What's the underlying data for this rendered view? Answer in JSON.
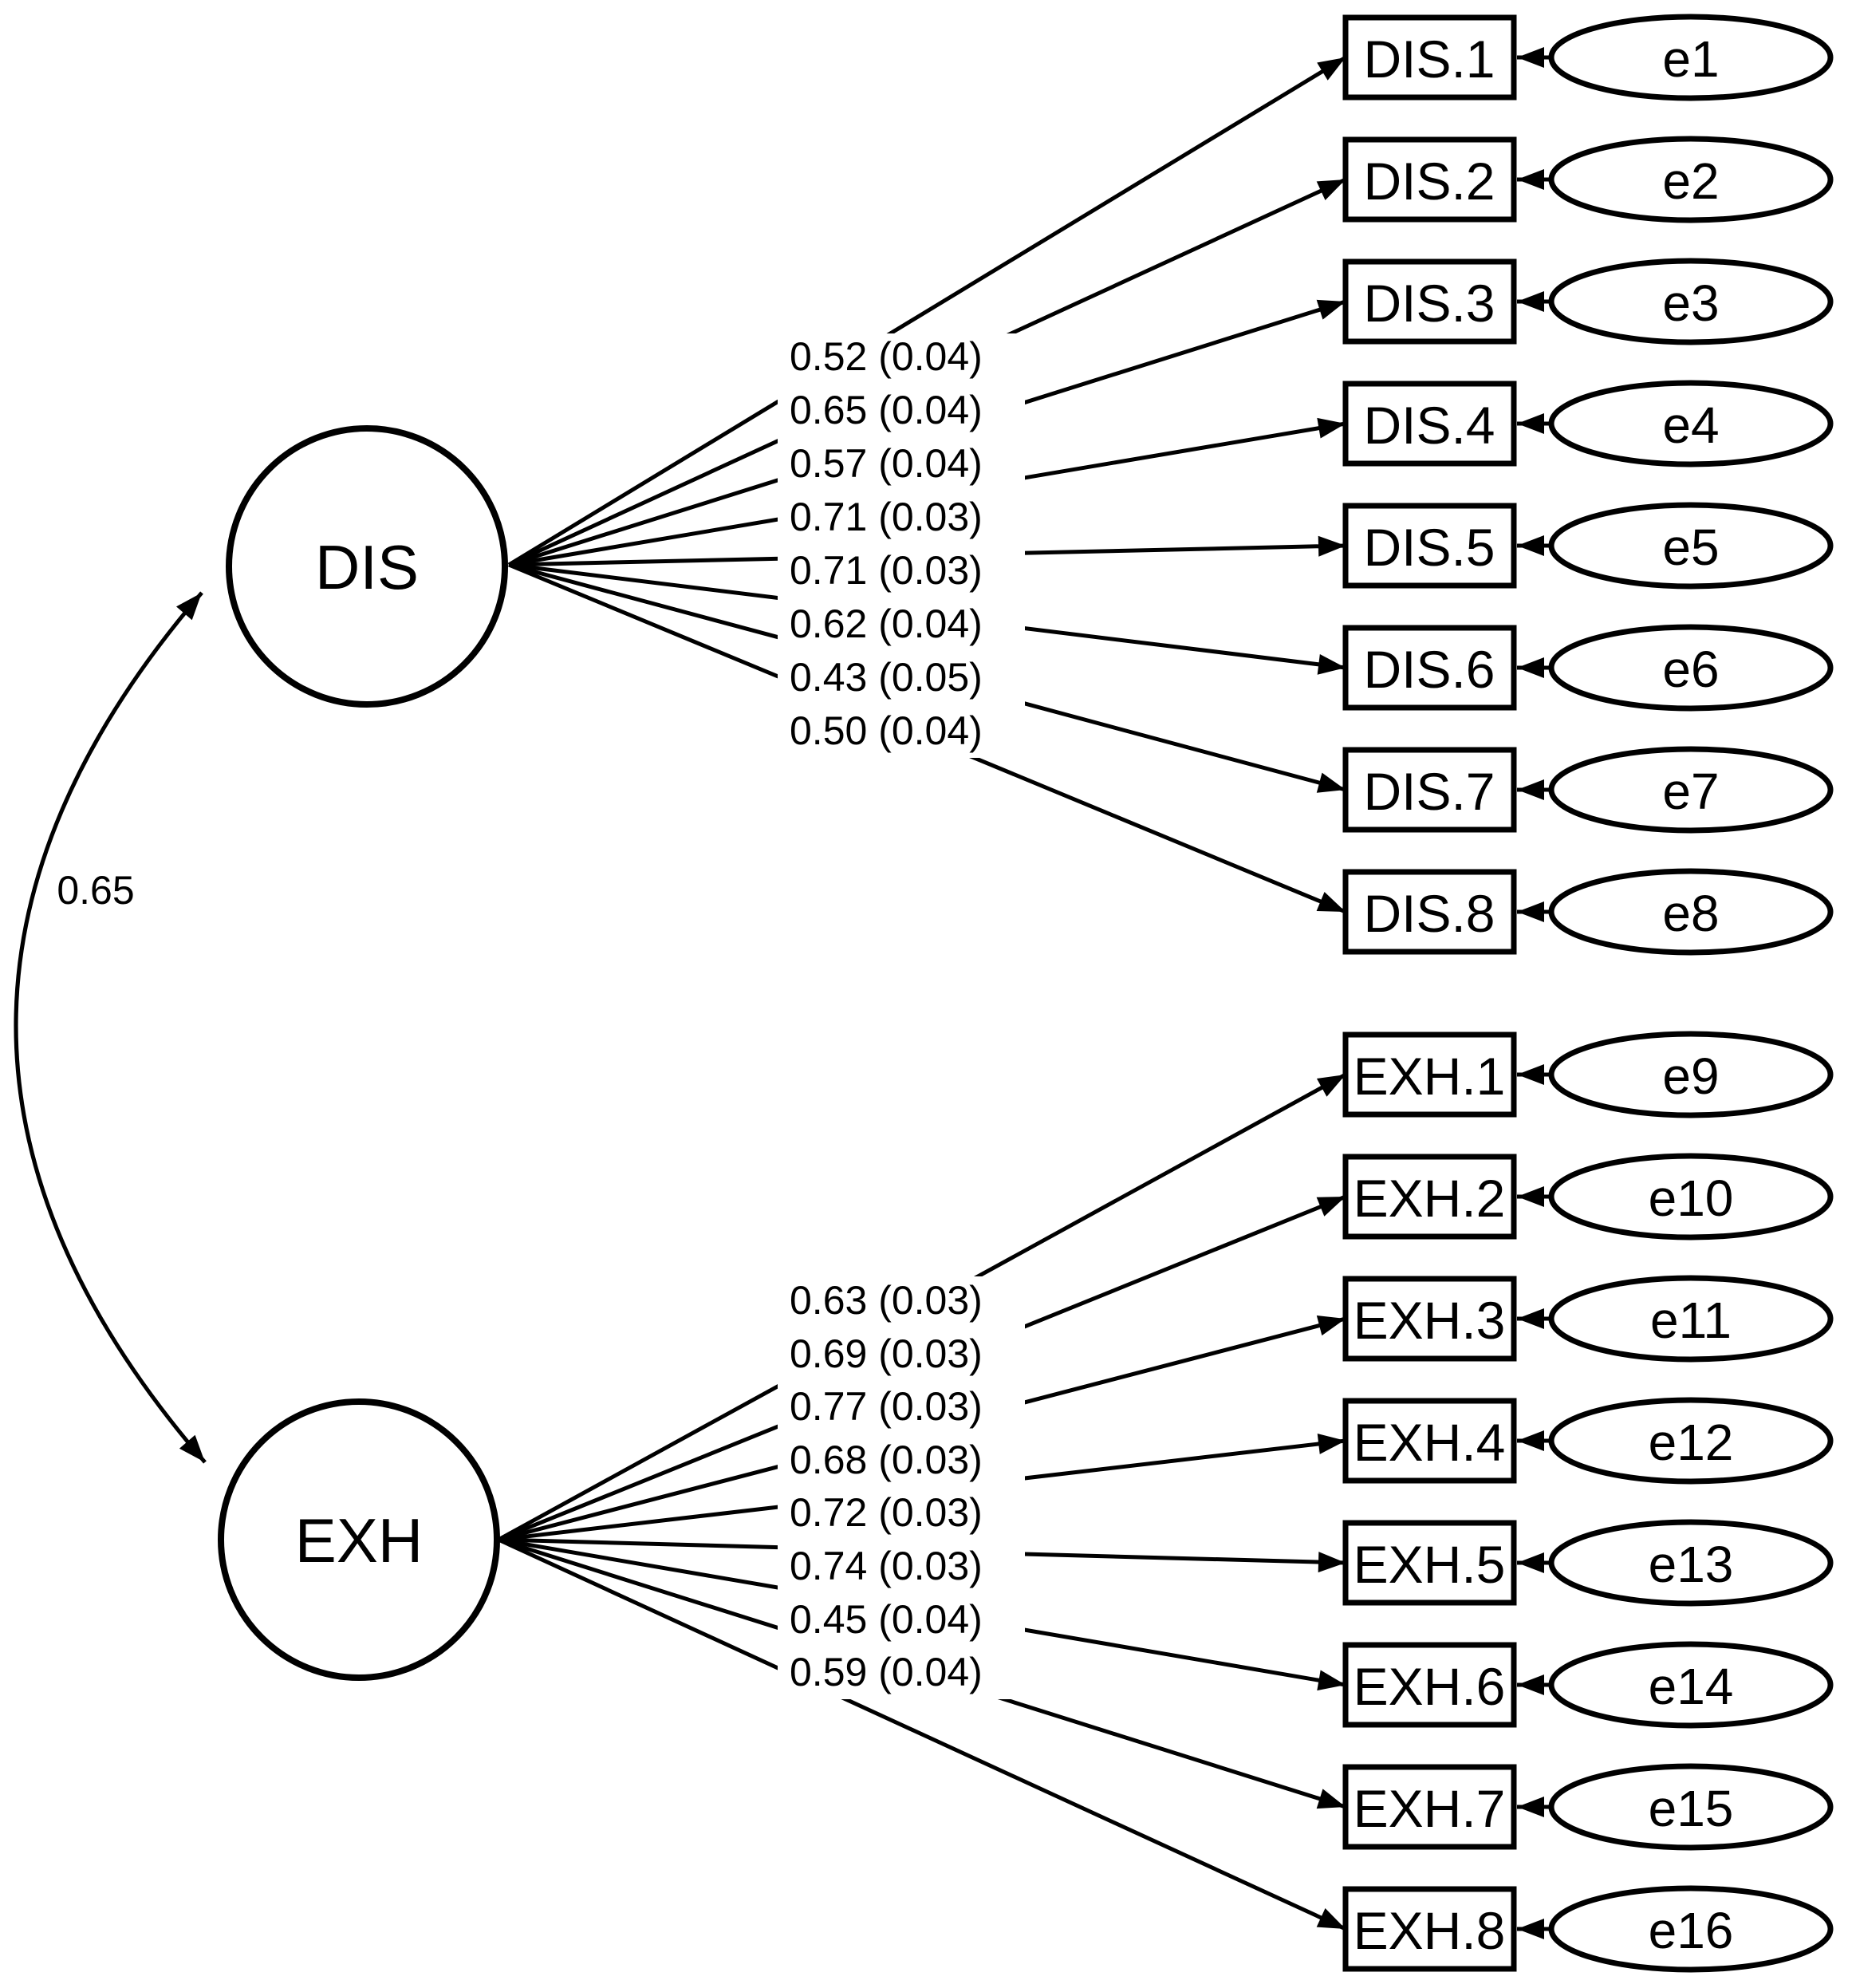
{
  "colors": {
    "ink": "#000000",
    "background": "#ffffff"
  },
  "correlation": {
    "value": "0.65"
  },
  "dis": {
    "label": "DIS",
    "loadings": [
      "0.52 (0.04)",
      "0.65 (0.04)",
      "0.57 (0.04)",
      "0.71 (0.03)",
      "0.71 (0.03)",
      "0.62 (0.04)",
      "0.43 (0.05)",
      "0.50 (0.04)"
    ],
    "indicators": [
      "DIS.1",
      "DIS.2",
      "DIS.3",
      "DIS.4",
      "DIS.5",
      "DIS.6",
      "DIS.7",
      "DIS.8"
    ],
    "errors": [
      "e1",
      "e2",
      "e3",
      "e4",
      "e5",
      "e6",
      "e7",
      "e8"
    ]
  },
  "exh": {
    "label": "EXH",
    "loadings": [
      "0.63 (0.03)",
      "0.69 (0.03)",
      "0.77 (0.03)",
      "0.68 (0.03)",
      "0.72 (0.03)",
      "0.74 (0.03)",
      "0.45 (0.04)",
      "0.59 (0.04)"
    ],
    "indicators": [
      "EXH.1",
      "EXH.2",
      "EXH.3",
      "EXH.4",
      "EXH.5",
      "EXH.6",
      "EXH.7",
      "EXH.8"
    ],
    "errors": [
      "e9",
      "e10",
      "e11",
      "e12",
      "e13",
      "e14",
      "e15",
      "e16"
    ]
  }
}
